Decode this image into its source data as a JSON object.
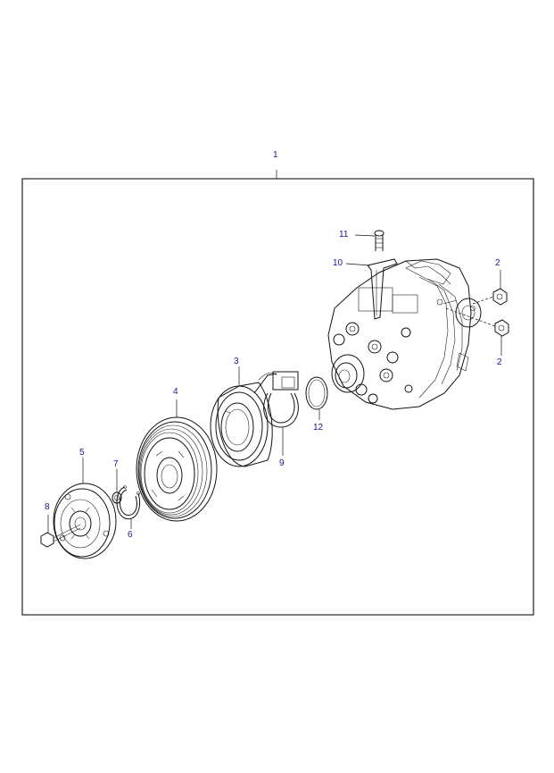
{
  "callouts": {
    "assembly": "1",
    "nut_upper": "2",
    "nut_lower": "2",
    "field_coil": "3",
    "pulley": "4",
    "clutch_hub": "5",
    "snap_ring": "6",
    "shim": "7",
    "hub_bolt": "8",
    "coil_snap_ring": "9",
    "bracket": "10",
    "bracket_bolt": "11",
    "o_ring": "12"
  }
}
